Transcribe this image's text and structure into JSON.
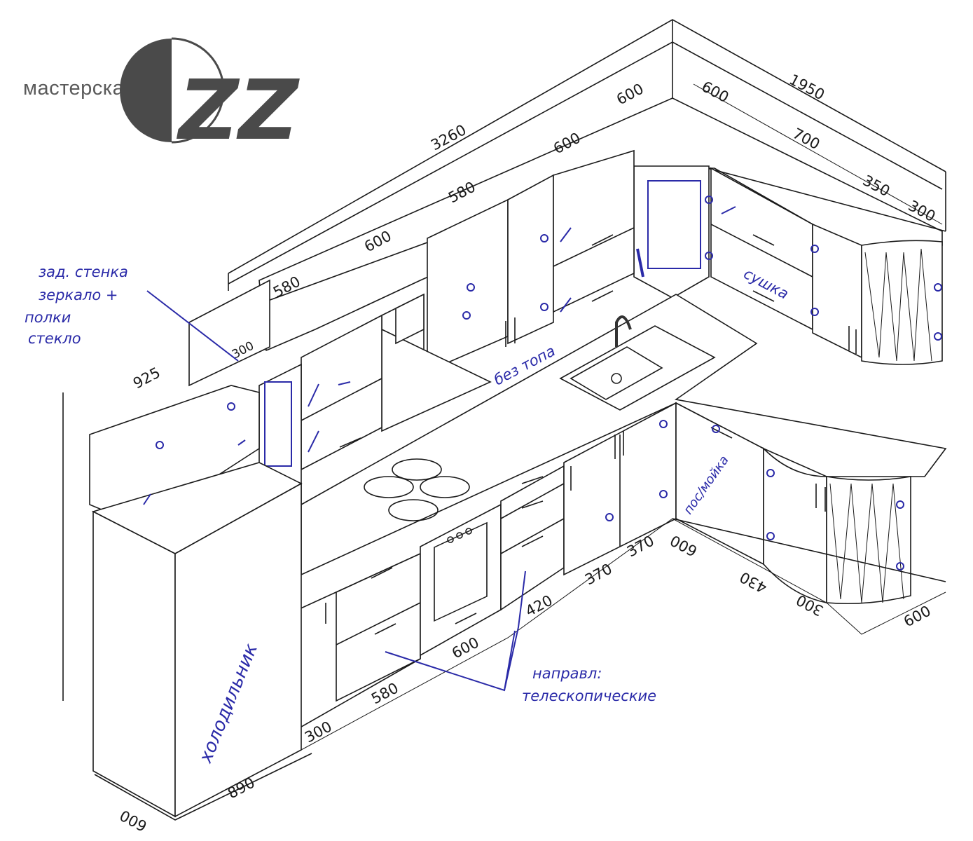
{
  "logo": {
    "text": "мастерская",
    "brand": "ZZ",
    "brand_color": "#4a4a4a"
  },
  "dimensions": {
    "top_total_left": "3260",
    "top_total_right": "1950",
    "upper_600_a": "600",
    "upper_600_b": "600",
    "upper_600_c": "600",
    "upper_600_d": "600",
    "upper_580_a": "580",
    "upper_580_b": "580",
    "upper_700": "700",
    "upper_350": "350",
    "upper_300_right": "300",
    "side_925": "925",
    "side_300": "300",
    "fridge_890": "890",
    "fridge_600": "600",
    "base_300": "300",
    "base_580": "580",
    "base_600": "600",
    "base_420": "420",
    "base_370_a": "370",
    "base_370_b": "370",
    "base_600_right": "600",
    "base_430": "430",
    "base_300_right": "300",
    "base_600_end": "600"
  },
  "notes": {
    "note1_line1": "зад. стенка",
    "note1_line2": "зеркало +",
    "note1_line3": "полки",
    "note1_line4": "стекло",
    "no_top": "без топа",
    "dryer": "сушка",
    "dishwasher": "пос/мойка",
    "fridge": "холодильник",
    "rails_line1": "направл:",
    "rails_line2": "телескопические"
  },
  "colors": {
    "line": "#1a1a1a",
    "ink": "#2a2aa8"
  }
}
